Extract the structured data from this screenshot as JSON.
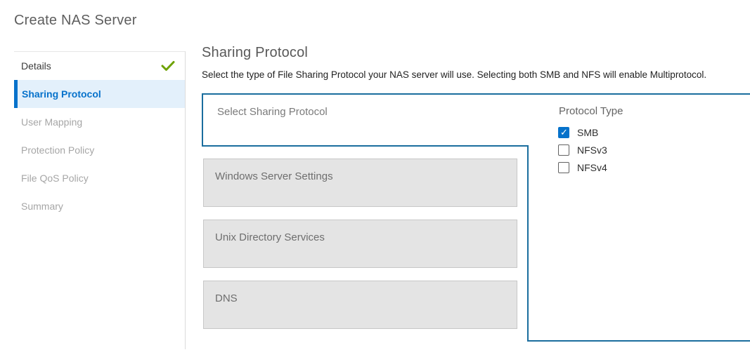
{
  "window": {
    "title": "Create NAS Server"
  },
  "sidebar": {
    "items": [
      {
        "label": "Details",
        "state": "completed"
      },
      {
        "label": "Sharing Protocol",
        "state": "active"
      },
      {
        "label": "User Mapping",
        "state": "disabled"
      },
      {
        "label": "Protection Policy",
        "state": "disabled"
      },
      {
        "label": "File QoS Policy",
        "state": "disabled"
      },
      {
        "label": "Summary",
        "state": "disabled"
      }
    ]
  },
  "main": {
    "heading": "Sharing Protocol",
    "description": "Select the type of File Sharing Protocol your NAS server will use. Selecting both SMB and NFS will enable Multiprotocol.",
    "section_label": "Select Sharing Protocol",
    "protocol_type": {
      "label": "Protocol Type",
      "options": [
        {
          "label": "SMB",
          "checked": true
        },
        {
          "label": "NFSv3",
          "checked": false
        },
        {
          "label": "NFSv4",
          "checked": false
        }
      ]
    },
    "collapsed_sections": [
      {
        "label": "Windows Server Settings"
      },
      {
        "label": "Unix Directory Services"
      },
      {
        "label": "DNS"
      }
    ]
  },
  "colors": {
    "accent_blue": "#0672cb",
    "selection_outline_blue": "#1a6d9e",
    "success_green": "#6ea204",
    "active_item_background": "#e3f0fb",
    "collapsed_section_background": "#e4e4e4"
  }
}
